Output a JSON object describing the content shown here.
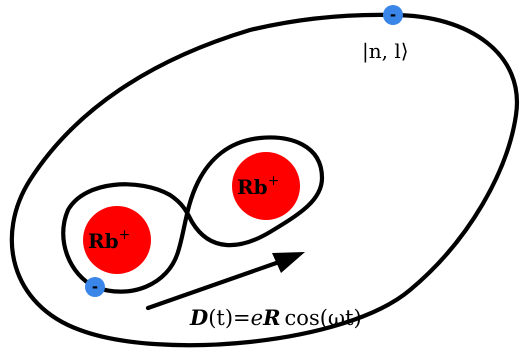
{
  "colors": {
    "ion_fill": "#ff0000",
    "electron_fill": "#3a86e8",
    "line": "#000000"
  },
  "ion_left": {
    "symbol": "Rb",
    "charge": "+"
  },
  "ion_right": {
    "symbol": "Rb",
    "charge": "+"
  },
  "electron_top": {
    "sign": "-"
  },
  "electron_bottom": {
    "sign": "-"
  },
  "state_label": "|n, l⟩",
  "dipole": {
    "D": "D",
    "t_arg": "(t)",
    "equals": "=",
    "e": "e",
    "R": "R",
    "cos": "cos",
    "omega_arg": "(ωt)"
  }
}
